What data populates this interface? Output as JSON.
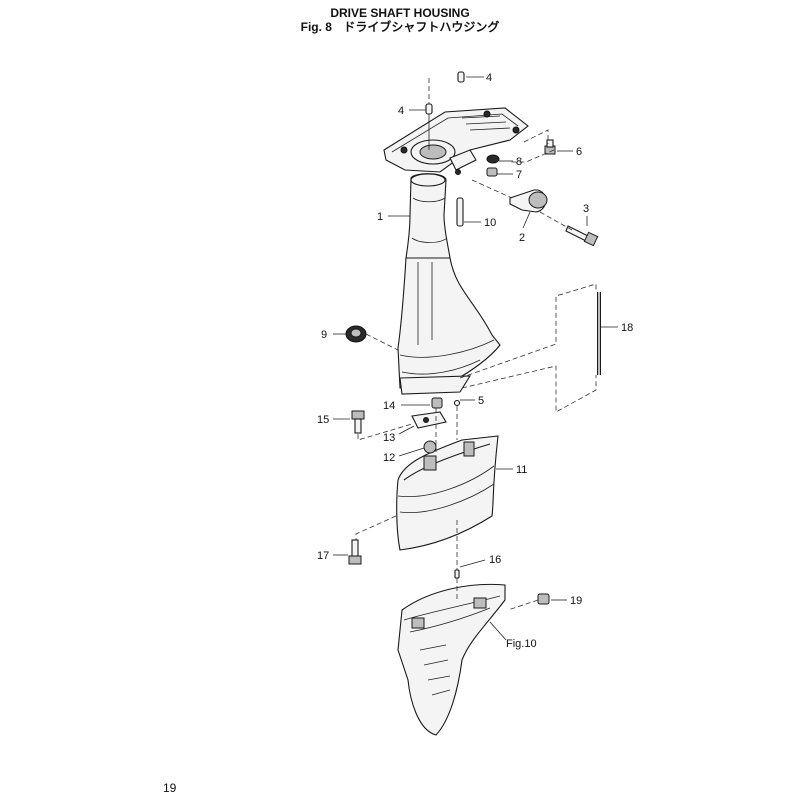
{
  "header": {
    "title": "DRIVE SHAFT HOUSING",
    "fig_label": "Fig. 8",
    "fig_title_jp": "ドライブシャフトハウジング"
  },
  "page_number": "19",
  "callouts": {
    "p4a": "4",
    "p4b": "4",
    "p6": "6",
    "p8": "8",
    "p7": "7",
    "p3": "3",
    "p1": "1",
    "p10": "10",
    "p2": "2",
    "p18": "18",
    "p9": "9",
    "p5": "5",
    "p14": "14",
    "p15": "15",
    "p13": "13",
    "p12": "12",
    "p11": "11",
    "p17": "17",
    "p16": "16",
    "p19": "19",
    "fig10": "Fig.10"
  }
}
